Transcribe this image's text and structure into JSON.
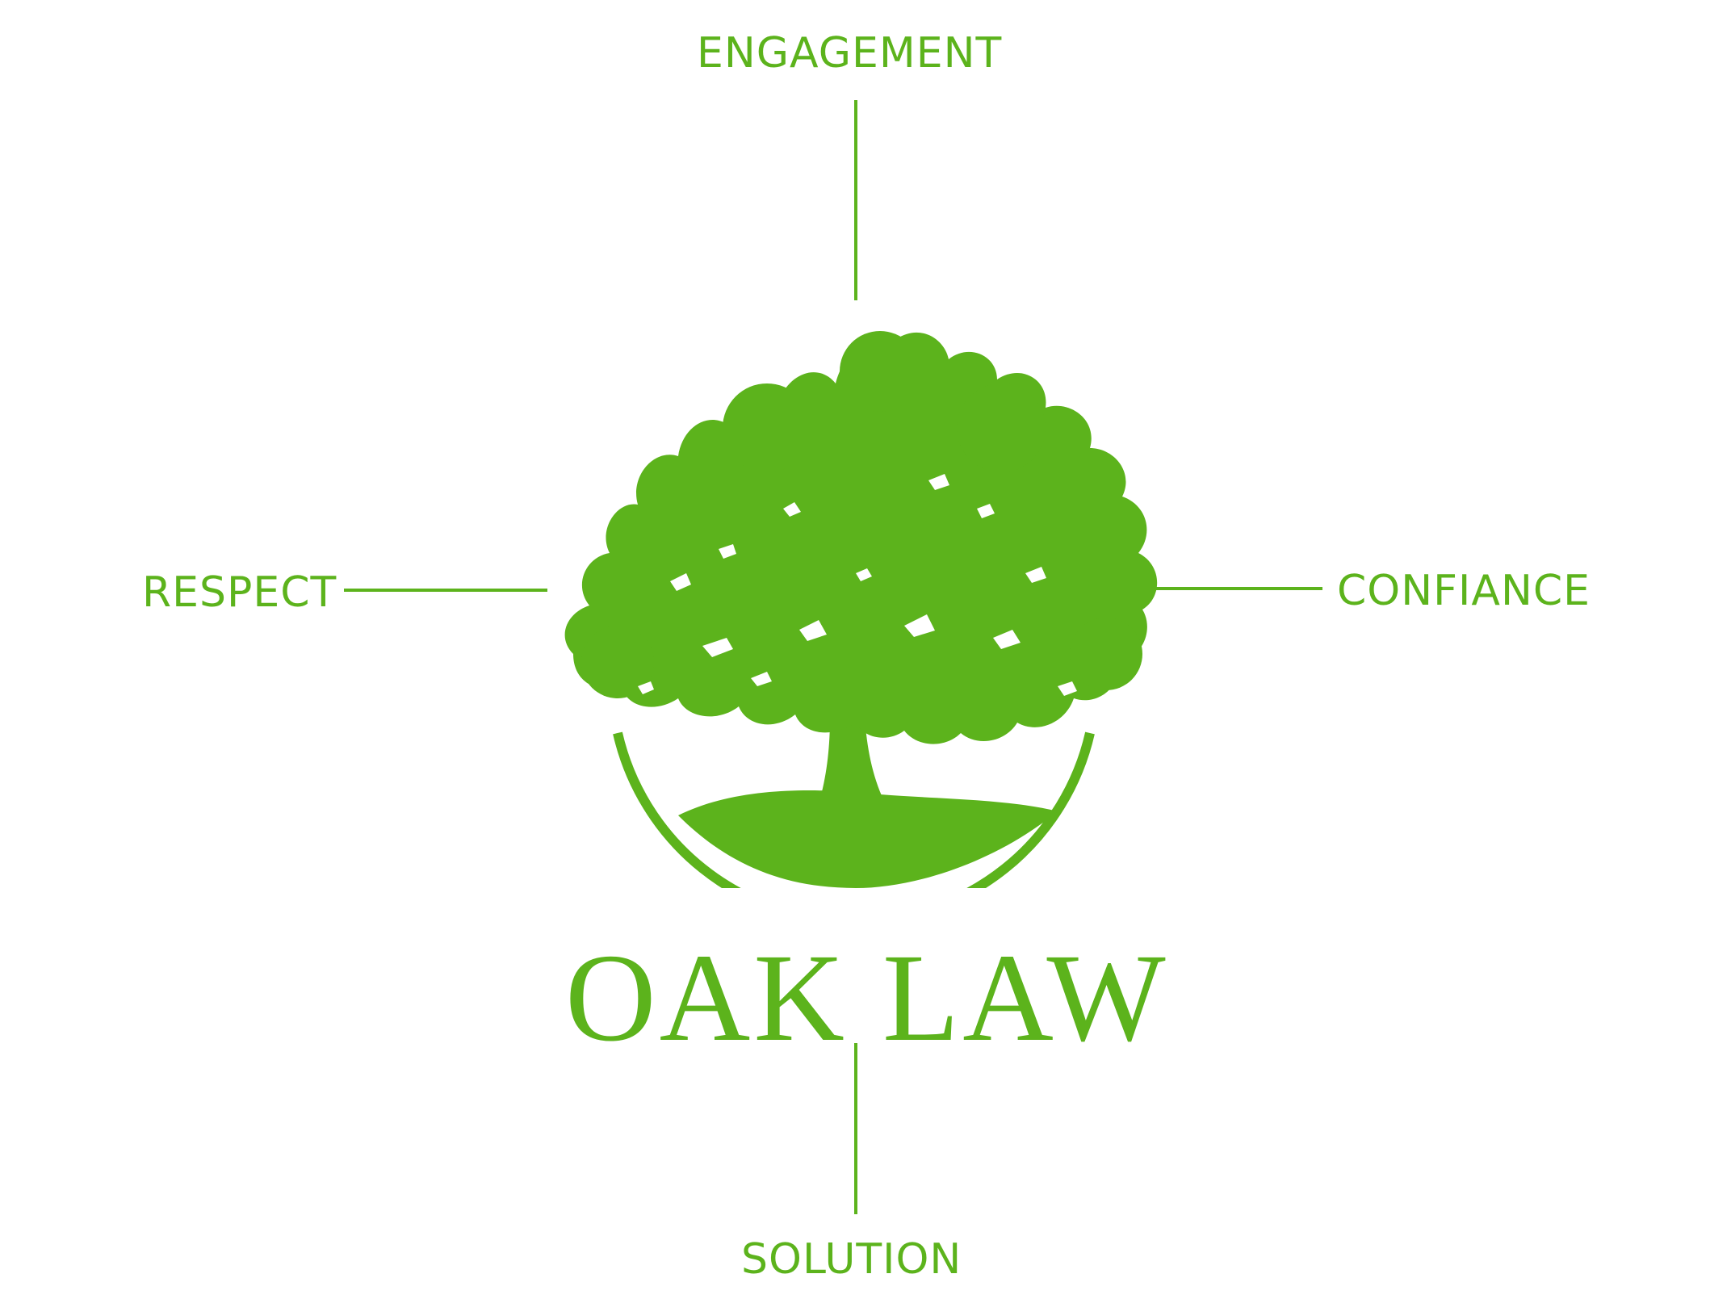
{
  "brand": {
    "name": "OAK LAW",
    "color": "#5cb31c",
    "logo_icon": "oak-tree-icon"
  },
  "values": {
    "top": "ENGAGEMENT",
    "left": "RESPECT",
    "right": "CONFIANCE",
    "bottom": "SOLUTION"
  }
}
